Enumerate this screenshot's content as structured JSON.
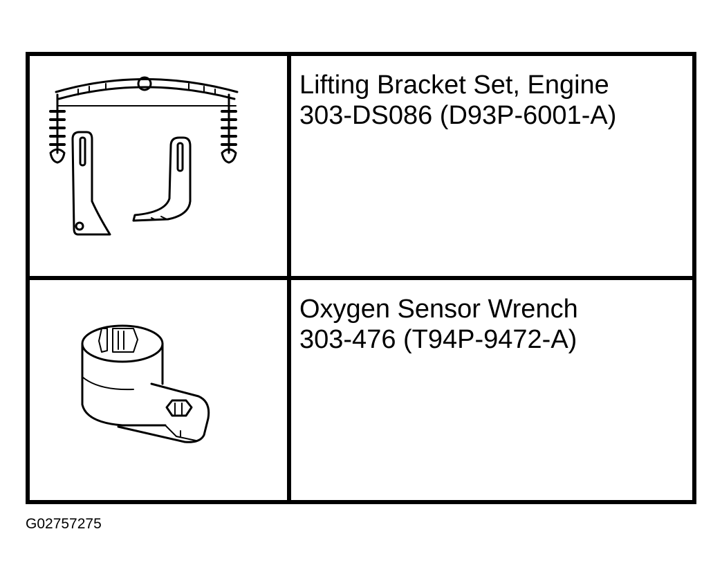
{
  "tools": [
    {
      "name": "Lifting Bracket Set, Engine",
      "number": "303-DS086 (D93P-6001-A)",
      "icon": "lifting-bracket-set-icon"
    },
    {
      "name": "Oxygen Sensor Wrench",
      "number": "303-476 (T94P-9472-A)",
      "icon": "oxygen-sensor-wrench-icon"
    }
  ],
  "figure_id": "G02757275"
}
